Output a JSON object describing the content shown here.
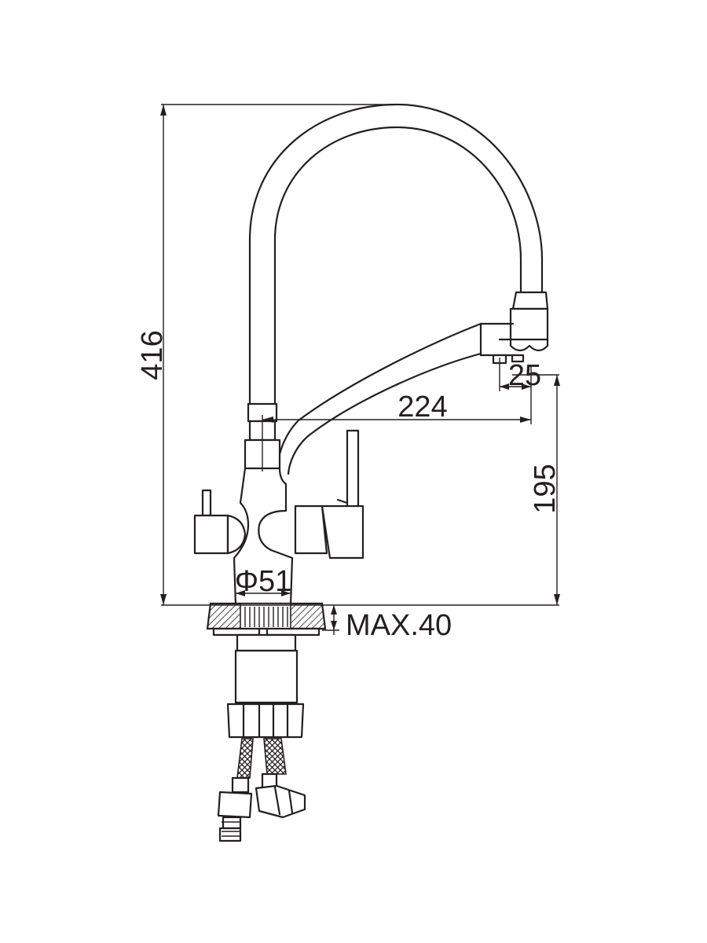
{
  "dimensions": {
    "height_total": "416",
    "spout_reach": "224",
    "spout_offset": "25",
    "outlet_height": "195",
    "base_diameter": "Φ51",
    "max_counter_thickness": "MAX.40"
  },
  "colors": {
    "line": "#231f20",
    "background": "#ffffff"
  }
}
